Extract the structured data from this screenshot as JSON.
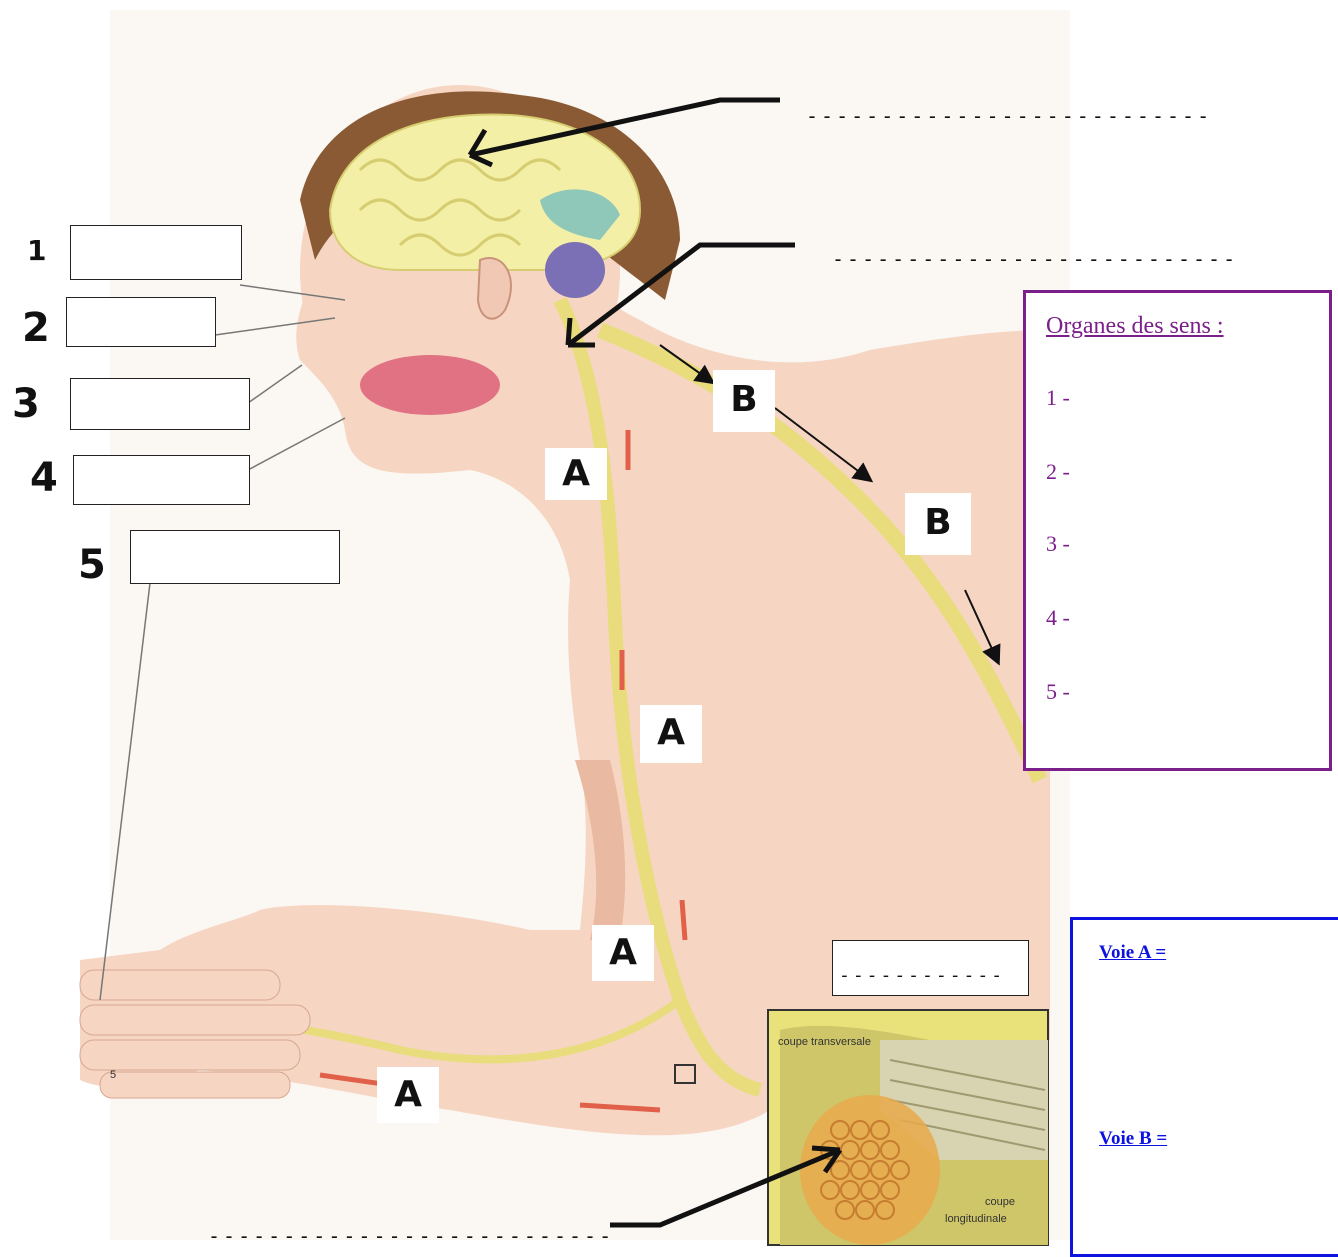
{
  "side_numbers": [
    "1",
    "2",
    "3",
    "4",
    "5"
  ],
  "pathway_letters": {
    "a": "A",
    "b": "B"
  },
  "blank_lines": {
    "brain": "---------------------------",
    "spinal_cord": "---------------------------",
    "nerve": "---------------------------",
    "magnifier_box": "------------"
  },
  "senses_box": {
    "title": "Organes des sens :",
    "items": [
      "1 -",
      "2 -",
      "3 -",
      "4 -",
      "5 -"
    ]
  },
  "voies_box": {
    "voie_a": "Voie A =",
    "voie_b": "Voie B ="
  },
  "inset": {
    "transverse_label": "coupe transversale",
    "longitudinal_label_1": "coupe",
    "longitudinal_label_2": "longitudinale"
  },
  "finger_number": "5",
  "colors": {
    "skin": "#f6d6c3",
    "hair": "#8a5a34",
    "nerve": "#e8dc7c",
    "senses_border": "#7b1f8a",
    "voies_border": "#0d12e0"
  }
}
